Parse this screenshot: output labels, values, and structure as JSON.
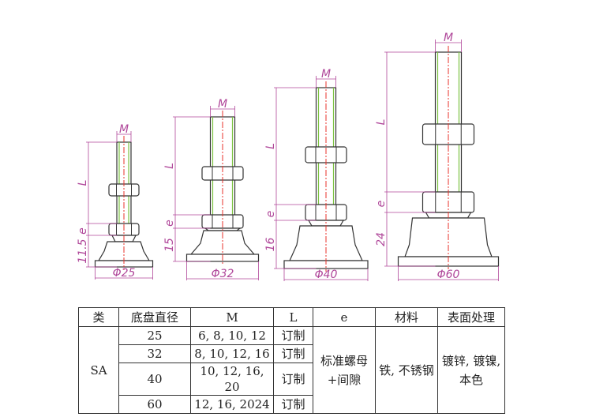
{
  "drawing": {
    "feet": [
      {
        "diameter_label": "Φ25",
        "base_height_label": "11.5",
        "thread_label": "M",
        "length_label": "L",
        "gap_label": "e"
      },
      {
        "diameter_label": "Φ32",
        "base_height_label": "15",
        "thread_label": "M",
        "length_label": "L",
        "gap_label": "e"
      },
      {
        "diameter_label": "Φ40",
        "base_height_label": "16",
        "thread_label": "M",
        "length_label": "L",
        "gap_label": "e"
      },
      {
        "diameter_label": "Φ60",
        "base_height_label": "24",
        "thread_label": "M",
        "length_label": "L",
        "gap_label": "e"
      }
    ],
    "colors": {
      "outline": "#333333",
      "dimension": "#b0479a",
      "centerline": "#e8312a",
      "thread": "#7cc242"
    }
  },
  "table": {
    "headers": [
      "类",
      "底盘直径",
      "M",
      "L",
      "e",
      "材料",
      "表面处理"
    ],
    "type": "SA",
    "rows": [
      {
        "diameter": "25",
        "m": "6, 8, 10, 12",
        "l": "订制"
      },
      {
        "diameter": "32",
        "m": "8, 10, 12, 16",
        "l": "订制"
      },
      {
        "diameter": "40",
        "m": "10, 12, 16, 20",
        "l": "订制"
      },
      {
        "diameter": "60",
        "m": "12, 16, 2024",
        "l": "订制"
      }
    ],
    "e": "标准螺母+间隙",
    "material": "铁, 不锈钢",
    "finish": "镀锌, 镀镍, 本色"
  }
}
